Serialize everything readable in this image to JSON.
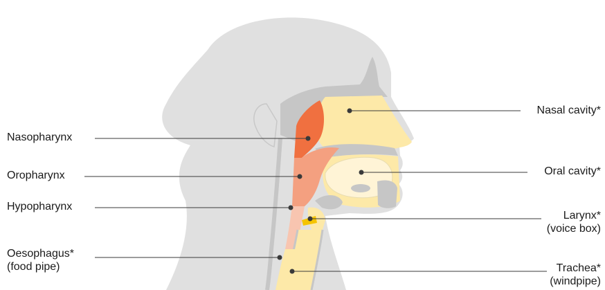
{
  "labels": {
    "nasal_cavity": "Nasal cavity*",
    "nasopharynx": "Nasopharynx",
    "oropharynx": "Oropharynx",
    "oral_cavity": "Oral cavity*",
    "hypopharynx": "Hypopharynx",
    "larynx": "Larynx*",
    "larynx_sub": "(voice box)",
    "oesophagus": "Oesophagus*",
    "oesophagus_sub": "(food pipe)",
    "trachea": "Trachea*",
    "trachea_sub": "(windpipe)"
  },
  "colors": {
    "head": "#e0e0e0",
    "tissue": "#c6c6c6",
    "airway": "#fde9a8",
    "nasopharynx": "#f07040",
    "oropharynx": "#f4a080",
    "hypopharynx": "#f8c5b0",
    "larynx": "#f5c400",
    "leader": "#3a3a3a"
  }
}
